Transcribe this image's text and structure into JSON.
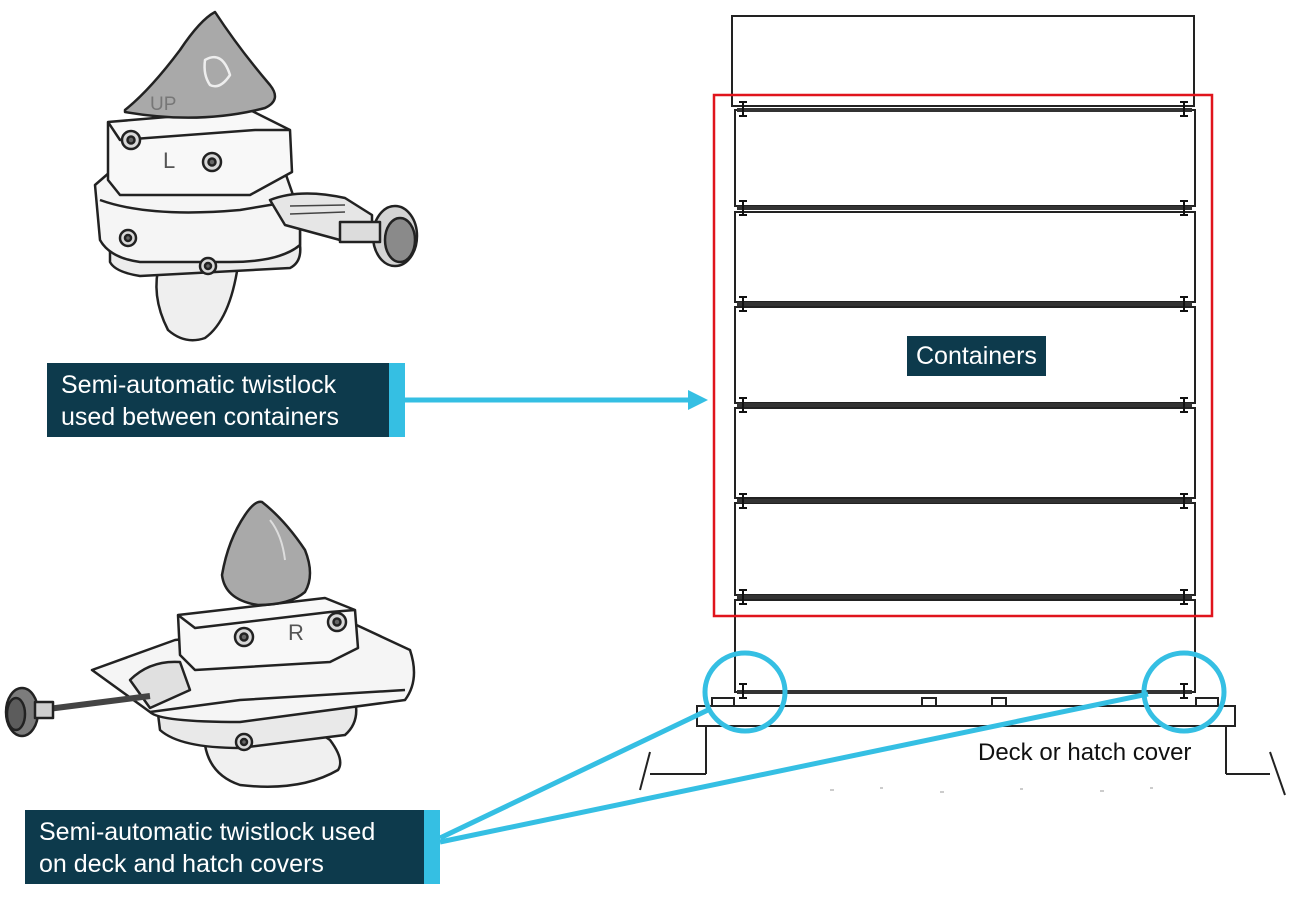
{
  "labels": {
    "twistlock_between": [
      "Semi-automatic twistlock",
      "used between containers"
    ],
    "twistlock_deck": [
      "Semi-automatic twistlock used",
      "on deck and hatch covers"
    ],
    "containers": "Containers",
    "deck": "Deck or hatch cover",
    "upper_lock_marks": [
      "UP",
      "L"
    ],
    "lower_lock_mark": "R"
  },
  "colors": {
    "label_bg": "#0d3a4c",
    "label_text": "#ffffff",
    "accent": "#35bfe3",
    "highlight_frame": "#e0141c",
    "drawing": "#222222"
  },
  "icons": [
    "twistlock-illustration",
    "container-stack-illustration",
    "arrow-right-icon"
  ]
}
